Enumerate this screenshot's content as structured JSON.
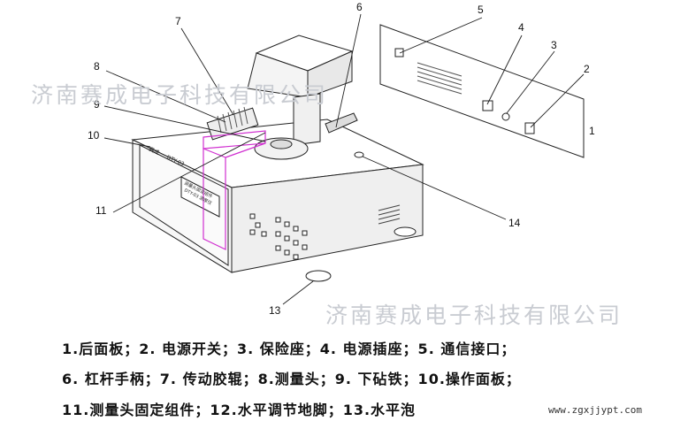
{
  "watermarks": [
    "济南赛成电子科技有限公司",
    "济南赛成电子科技有限公司"
  ],
  "callouts": [
    "1",
    "2",
    "3",
    "4",
    "5",
    "6",
    "7",
    "8",
    "9",
    "10",
    "11",
    "13",
    "14"
  ],
  "panel": {
    "brand": "赛成",
    "model": "DTY-03",
    "display_line1": "测量头固定组件",
    "display_line2": "DTY-03 测厚仪"
  },
  "caption": [
    "1.后面板；2. 电源开关；3. 保险座；4. 电源插座；5. 通信接口；",
    "6. 杠杆手柄；7. 传动胶辊；8.测量头；9. 下砧铁；10.操作面板；",
    "11.测量头固定组件；12.水平调节地脚；13.水平泡"
  ],
  "url": "www.zgxjjypt.com"
}
